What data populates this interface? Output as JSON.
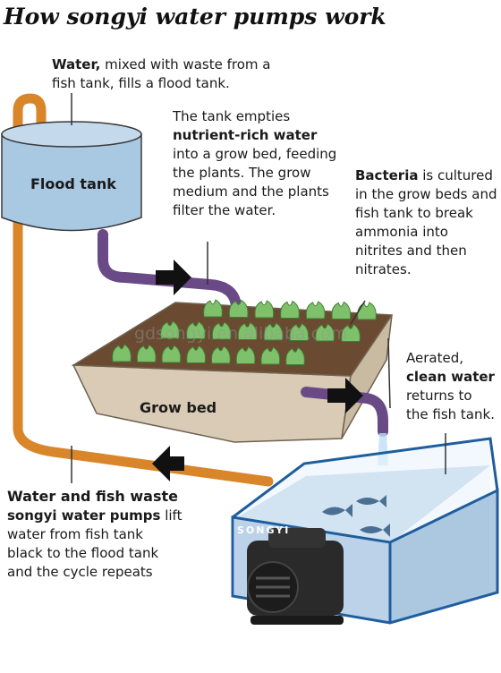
{
  "title": "How songyi water pumps work",
  "watermark": "gdsongyi.en.alibaba.com",
  "brand_logo": "SONGYI",
  "labels": {
    "flood_tank": "Flood tank",
    "grow_bed": "Grow bed"
  },
  "annotations": {
    "water_intro": {
      "bold": "Water,",
      "lines": [
        " mixed with waste from a",
        "fish tank, fills a flood tank."
      ]
    },
    "tank_empties": {
      "line1": "The tank empties",
      "bold": "nutrient-rich water",
      "lines": [
        "into a grow bed, feeding",
        "the plants. The grow",
        "medium and the plants",
        "filter the water."
      ]
    },
    "bacteria": {
      "bold": "Bacteria",
      "line1_rest": " is cultured",
      "lines": [
        "in the grow beds and",
        "fish tank to break",
        "ammonia into",
        "nitrites and then",
        "nitrates."
      ]
    },
    "aerated": {
      "line1": "Aerated,",
      "bold": "clean water",
      "lines": [
        "returns to",
        "the fish tank."
      ]
    },
    "water_waste": {
      "heading": "Water and fish waste",
      "bold": "songyi water pumps",
      "line1_rest": " lift",
      "lines": [
        "water from fish tank",
        "black to the flood tank",
        "and the cycle repeats"
      ]
    }
  },
  "colors": {
    "return_pipe": "#d9862a",
    "feed_pipe": "#6a4a86",
    "tank_water": "#a8c6e0",
    "aquarium_edge": "#1f5e9e",
    "grow_bed_wood": "#d9cbb5",
    "soil": "#6b4a32",
    "lettuce": "#7fc06a",
    "arrow": "#111111"
  },
  "icons": [
    "arrow-right-icon",
    "arrow-left-icon",
    "lettuce-icon",
    "fish-icon",
    "pump-icon"
  ]
}
